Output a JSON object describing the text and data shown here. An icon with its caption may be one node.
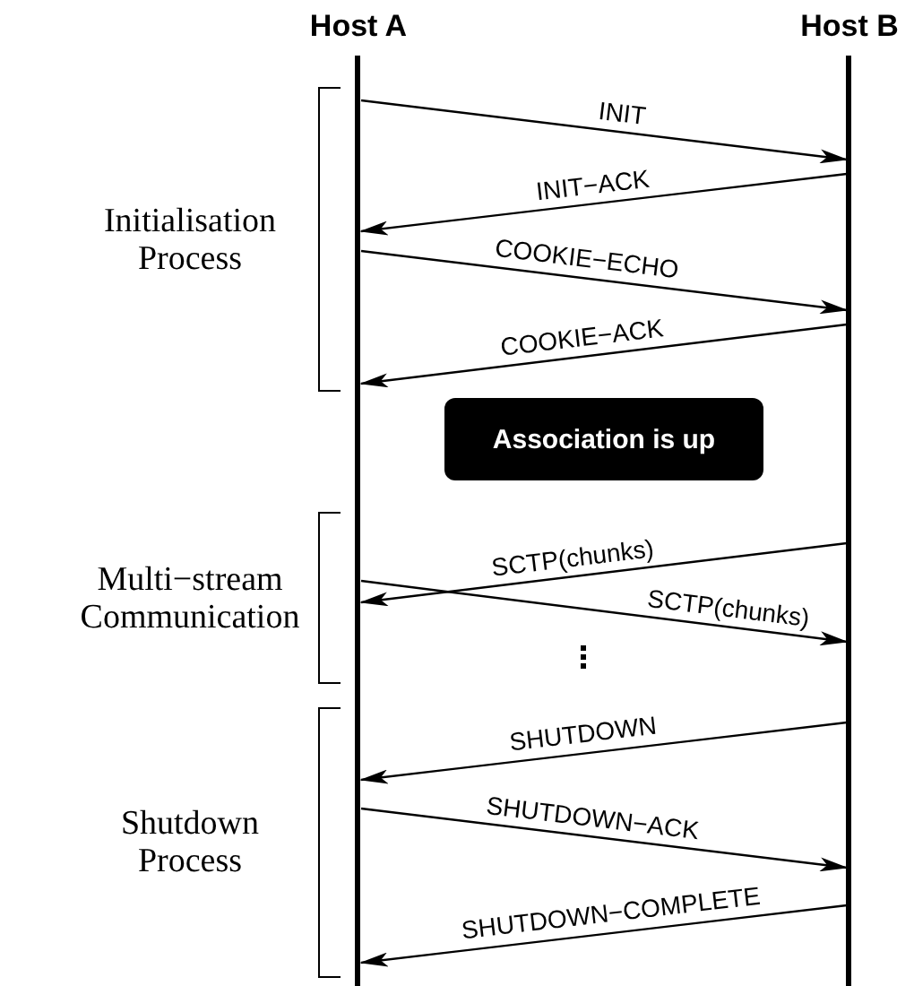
{
  "diagram": {
    "nodes": [
      {
        "text": [
          "Host A"
        ]
      },
      {
        "text": [
          "Host B"
        ]
      },
      {
        "text": [
          "Association is up"
        ]
      }
    ],
    "edges": [
      {
        "from": 0,
        "to": 1,
        "arrow": "to",
        "label": "INIT"
      },
      {
        "from": 1,
        "to": 0,
        "arrow": "to",
        "label": "INIT−ACK"
      },
      {
        "from": 0,
        "to": 1,
        "arrow": "to",
        "label": "COOKIE−ECHO"
      },
      {
        "from": 1,
        "to": 0,
        "arrow": "to",
        "label": "COOKIE−ACK"
      },
      {
        "from": 1,
        "to": 0,
        "arrow": "to",
        "label": "SCTP(chunks)"
      },
      {
        "from": 0,
        "to": 1,
        "arrow": "to",
        "label": "SCTP(chunks)"
      },
      {
        "from": 1,
        "to": 0,
        "arrow": "to",
        "label": "SHUTDOWN"
      },
      {
        "from": 0,
        "to": 1,
        "arrow": "to",
        "label": "SHUTDOWN−ACK"
      },
      {
        "from": 1,
        "to": 0,
        "arrow": "to",
        "label": "SHUTDOWN−COMPLETE"
      }
    ],
    "labels": [
      "Initialisation Process",
      "Multi−stream Communication",
      "Shutdown Process"
    ]
  }
}
